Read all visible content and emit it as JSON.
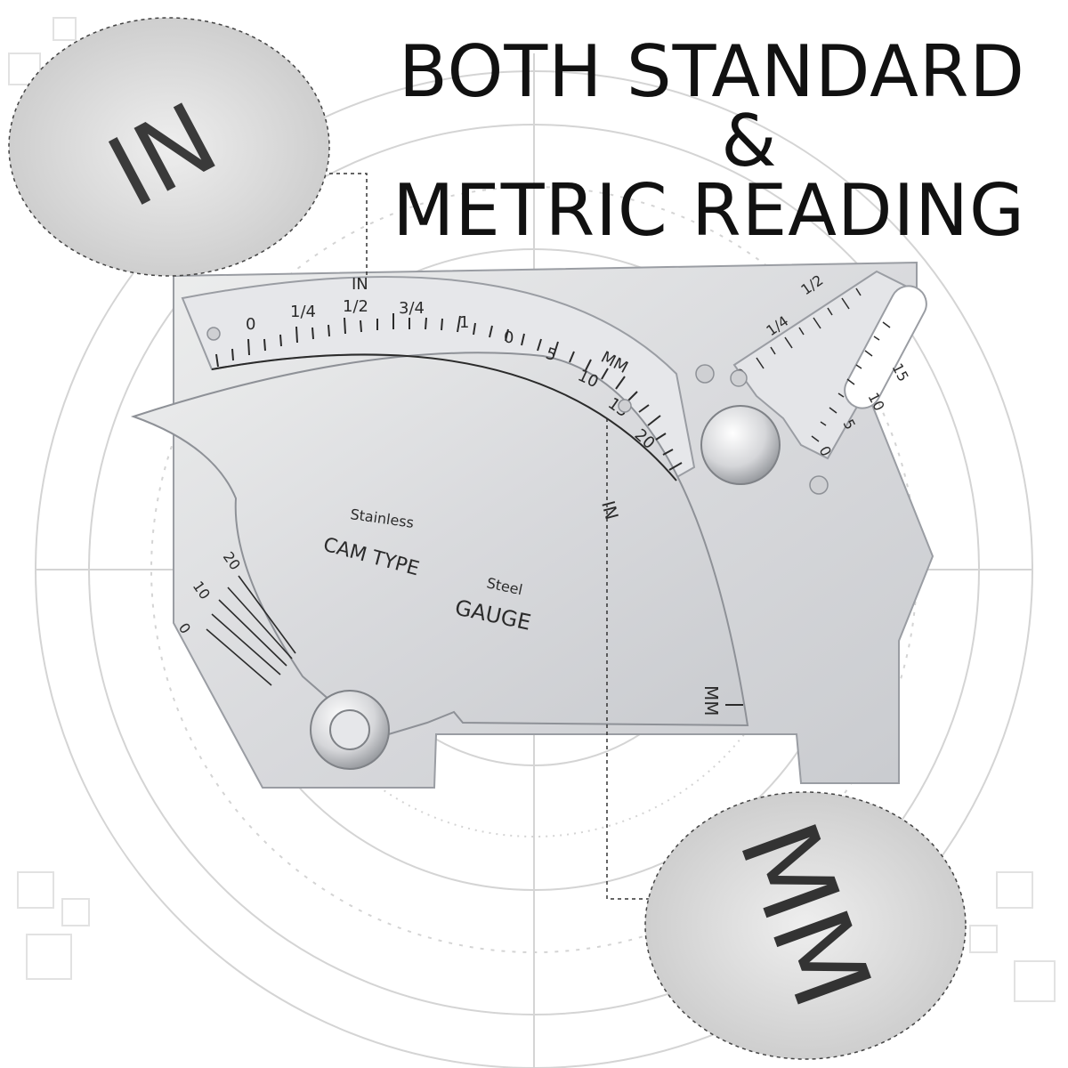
{
  "headline": {
    "line1": "BOTH STANDARD",
    "line2": "&",
    "line3": "METRIC READING"
  },
  "gauge": {
    "top_scale_unit": "IN",
    "inch_marks": [
      "0",
      "1/4",
      "1/2",
      "3/4",
      "1"
    ],
    "mm_unit": "MM",
    "mm_marks": [
      "0",
      "5",
      "10",
      "15",
      "20"
    ],
    "side_unit_in": "IN",
    "side_unit_mm": "MM",
    "angle_marks": [
      "0",
      "10",
      "20"
    ],
    "small_ruler_inch_marks": [
      "1/2",
      "1/4",
      "0"
    ],
    "small_ruler_mm_marks": [
      "15",
      "10",
      "5",
      "0"
    ],
    "text_stainless": "Stainless",
    "text_cam_type": "CAM TYPE",
    "text_steel": "Steel",
    "text_gauge": "GAUGE"
  },
  "callouts": {
    "top_left_zoom": "IN",
    "bottom_right_zoom": "MM"
  },
  "colors": {
    "steel": "#dcdde0",
    "steel_edge": "#9a9da3",
    "engraving": "#2b2b2b",
    "background_lines": "#d6d6d6"
  }
}
